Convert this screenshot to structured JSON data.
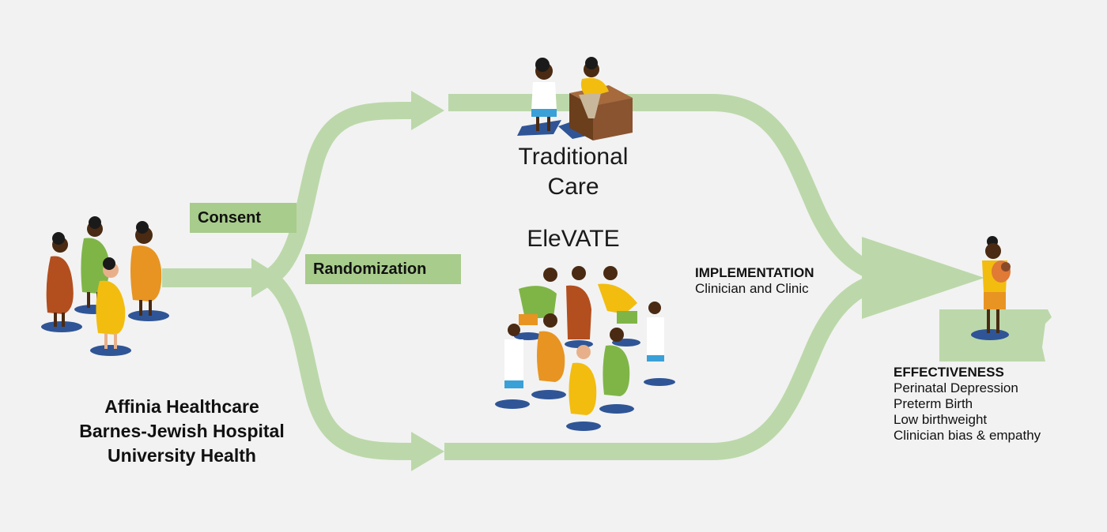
{
  "colors": {
    "background": "#f2f2f2",
    "flow_green": "#bcd8aa",
    "label_green": "#a8cc8c",
    "shadow_blue": "#2f5596",
    "skin_dark": "#4a2a12",
    "hair": "#1a1a1a",
    "dress_rust": "#b34e1e",
    "dress_green": "#7fb547",
    "dress_yellow": "#f2bd0f",
    "dress_orange": "#e89422",
    "coat_white": "#ffffff",
    "scrubs_blue": "#3aa0d8",
    "box_brown": "#8a5430"
  },
  "labels": {
    "consent": "Consent",
    "randomization": "Randomization",
    "traditional_care_line1": "Traditional",
    "traditional_care_line2": "Care",
    "elevate": "EleVATE",
    "implementation_heading": "IMPLEMENTATION",
    "implementation_sub": "Clinician and Clinic",
    "effectiveness_heading": "EFFECTIVENESS",
    "effectiveness_items": [
      "Perinatal Depression",
      "Preterm Birth",
      "Low birthweight",
      "Clinician bias & empathy"
    ],
    "sites": [
      "Affinia Healthcare",
      "Barnes-Jewish Hospital",
      "University Health"
    ]
  },
  "icons": {
    "patients_group": "group-of-pregnant-women",
    "traditional_care": "clinician-with-patient-on-exam-table",
    "elevate_group": "group-of-women-and-clinicians",
    "outcome": "mother-holding-baby"
  }
}
